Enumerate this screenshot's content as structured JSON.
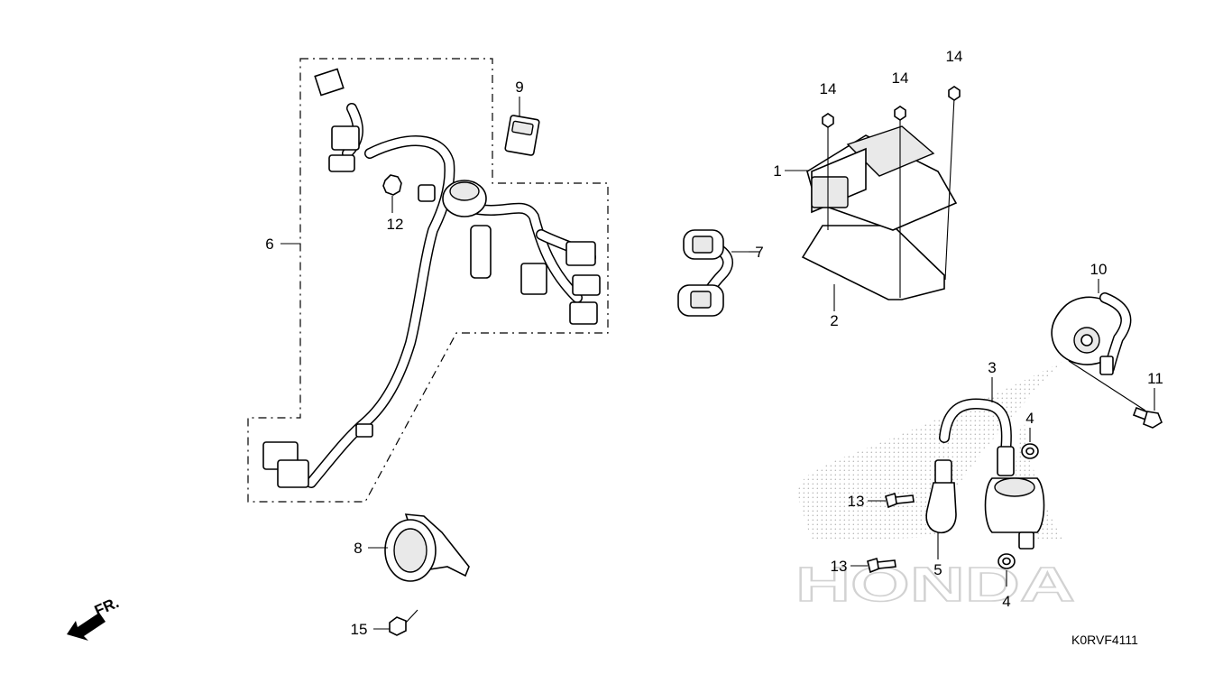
{
  "diagram": {
    "reference_code": "K0RVF4111",
    "direction_label": "FR.",
    "watermark_text": "HONDA",
    "callouts": {
      "c1": "1",
      "c2": "2",
      "c3": "3",
      "c4a": "4",
      "c4b": "4",
      "c5": "5",
      "c6": "6",
      "c7": "7",
      "c8": "8",
      "c9": "9",
      "c10": "10",
      "c11": "11",
      "c12": "12",
      "c13a": "13",
      "c13b": "13",
      "c14a": "14",
      "c14b": "14",
      "c14c": "14",
      "c15": "15"
    }
  }
}
